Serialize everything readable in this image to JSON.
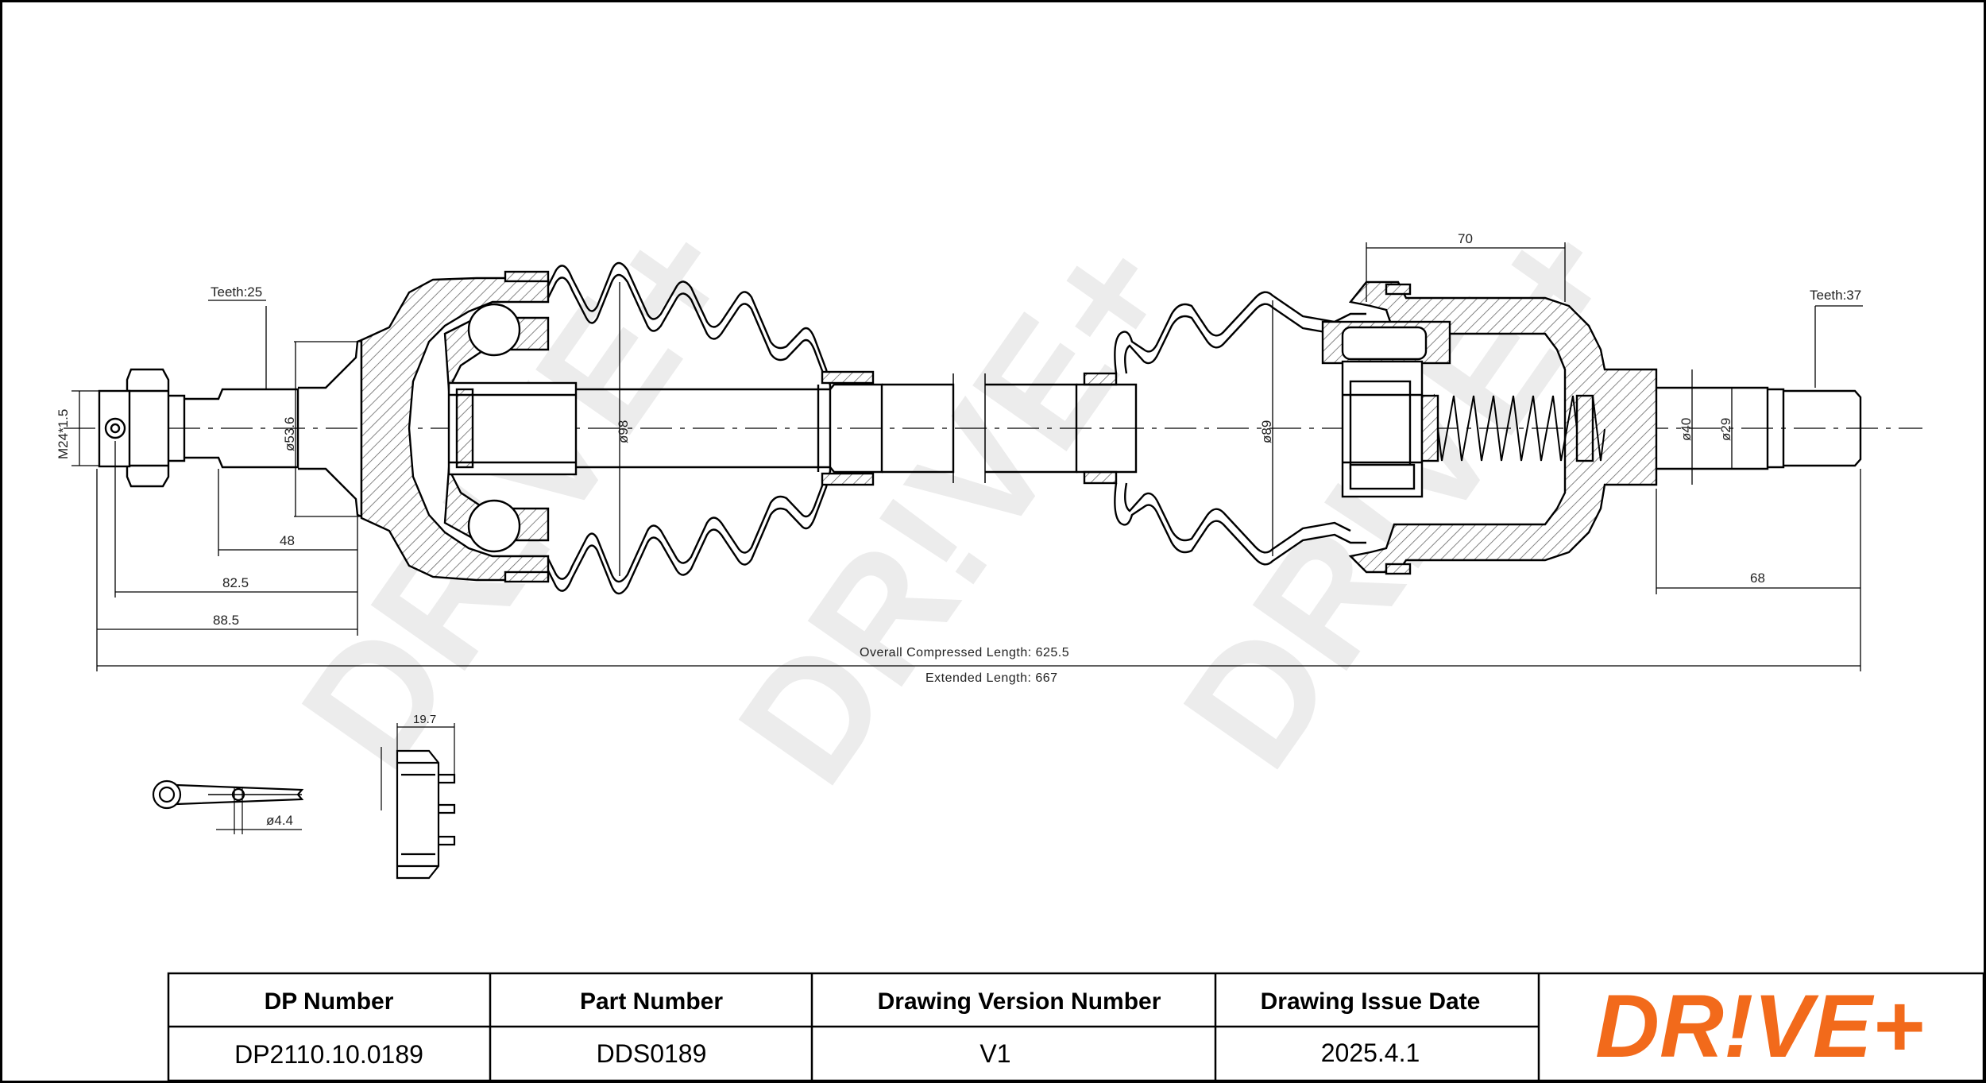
{
  "watermark": "DR!VE+",
  "shaft": {
    "left_teeth_label": "Teeth:25",
    "right_teeth_label": "Teeth:37",
    "thread_label": "M24*1.5",
    "dim_left_dia": "ø53.6",
    "dim_left_boot_dia": "ø98",
    "dim_right_boot_dia": "ø89",
    "dim_right_outer_dia": "ø40",
    "dim_right_inner_dia": "ø29",
    "dim_48": "48",
    "dim_82_5": "82.5",
    "dim_88_5": "88.5",
    "dim_70": "70",
    "dim_68": "68",
    "overall_compressed": "Overall  Compressed  Length: 625.5",
    "extended_length": "Extended  Length: 667"
  },
  "accessories": {
    "pin_dia": "ø4.4",
    "nut_width": "19.7"
  },
  "title_block": {
    "headers": [
      "DP Number",
      "Part Number",
      "Drawing Version Number",
      "Drawing Issue Date"
    ],
    "values": [
      "DP2110.10.0189",
      "DDS0189",
      "V1",
      "2025.4.1"
    ],
    "logo": "DR!VE+",
    "logo_color": "#f26a1b"
  }
}
